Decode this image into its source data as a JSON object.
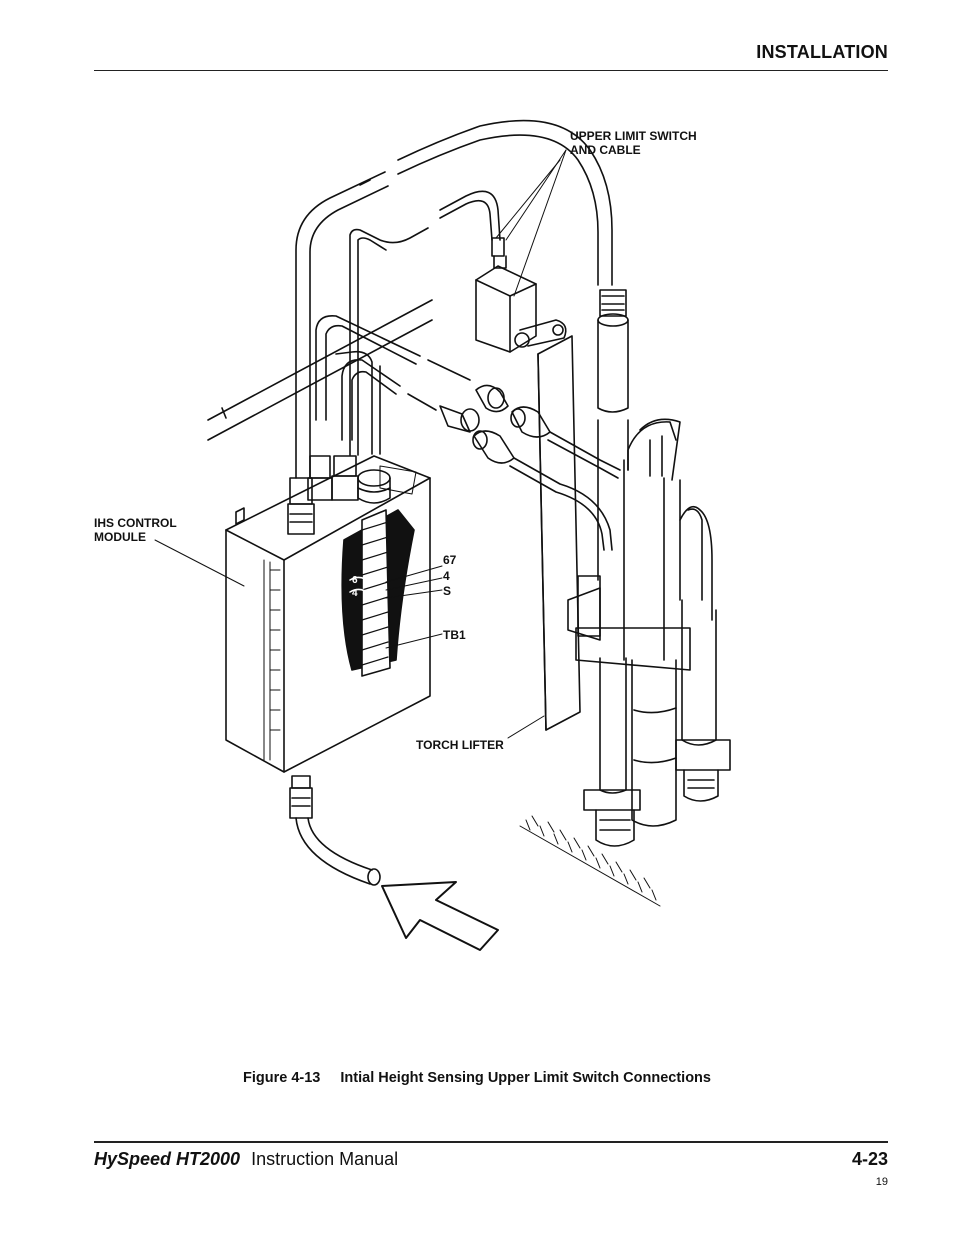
{
  "header": {
    "section": "INSTALLATION"
  },
  "figure": {
    "labels": {
      "upper_limit_switch": "UPPER LIMIT SWITCH\nAND CABLE",
      "ihs_control_module": "IHS CONTROL\nMODULE",
      "terminal_67": "67",
      "terminal_4": "4",
      "terminal_s": "S",
      "tb1": "TB1",
      "torch_lifter": "TORCH LIFTER",
      "wire_6": "6",
      "wire_4": "4"
    },
    "caption_number": "Figure 4-13",
    "caption_text": "Intial Height Sensing Upper Limit Switch Connections"
  },
  "footer": {
    "brand": "HySpeed HT2000",
    "manual": "Instruction Manual",
    "page_number": "4-23",
    "sheet_index": "19"
  }
}
